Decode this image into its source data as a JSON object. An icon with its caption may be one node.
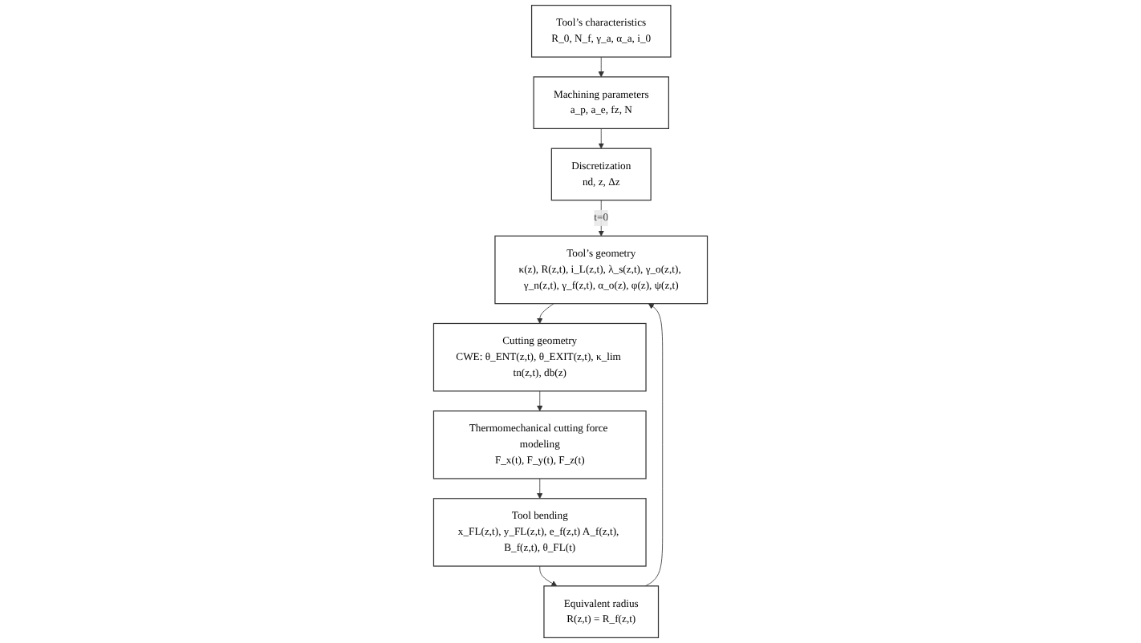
{
  "diagram": {
    "nodes": [
      {
        "text": [
          "Tool’s characteristics",
          "R_0, N_f, γ_a, α_a, i_0"
        ]
      },
      {
        "text": [
          "Machining parameters",
          "a_p, a_e, fz, N"
        ]
      },
      {
        "text": [
          "Discretization",
          "nd, z, Δz"
        ]
      },
      {
        "text": [
          "Cutting geometry",
          "CWE: θ_ENT(z,t), θ_EXIT(z,t), κ_lim tn(z,t), db(z)"
        ]
      },
      {
        "text": [
          "Tool’s geometry",
          "κ(z), R(z,t), i_L(z,t), λ_s(z,t), γ_o(z,t), γ_n(z,t), γ_f(z,t), α_o(z), φ(z), ψ(z,t)"
        ]
      },
      {
        "text": [
          "Thermomechanical cutting force modeling",
          "F_x(t), F_y(t), F_z(t)"
        ]
      },
      {
        "text": [
          "Tool bending",
          "x_FL(z,t), y_FL(z,t), e_f(z,t) A_f(z,t), B_f(z,t), θ_FL(t)"
        ]
      },
      {
        "text": [
          "Equivalent radius",
          "R(z,t) = R_f(z,t)"
        ]
      }
    ],
    "edges": [
      {
        "from": 0,
        "to": 1,
        "arrow": "to"
      },
      {
        "from": 1,
        "to": 2,
        "arrow": "to"
      },
      {
        "from": 2,
        "to": 4,
        "arrow": "to",
        "label": "t=0"
      },
      {
        "from": 4,
        "to": 3,
        "arrow": "to"
      },
      {
        "from": 3,
        "to": 5,
        "arrow": "to"
      },
      {
        "from": 5,
        "to": 6,
        "arrow": "to"
      },
      {
        "from": 6,
        "to": 7,
        "arrow": "to"
      },
      {
        "from": 7,
        "to": 4,
        "arrow": "to"
      }
    ]
  }
}
